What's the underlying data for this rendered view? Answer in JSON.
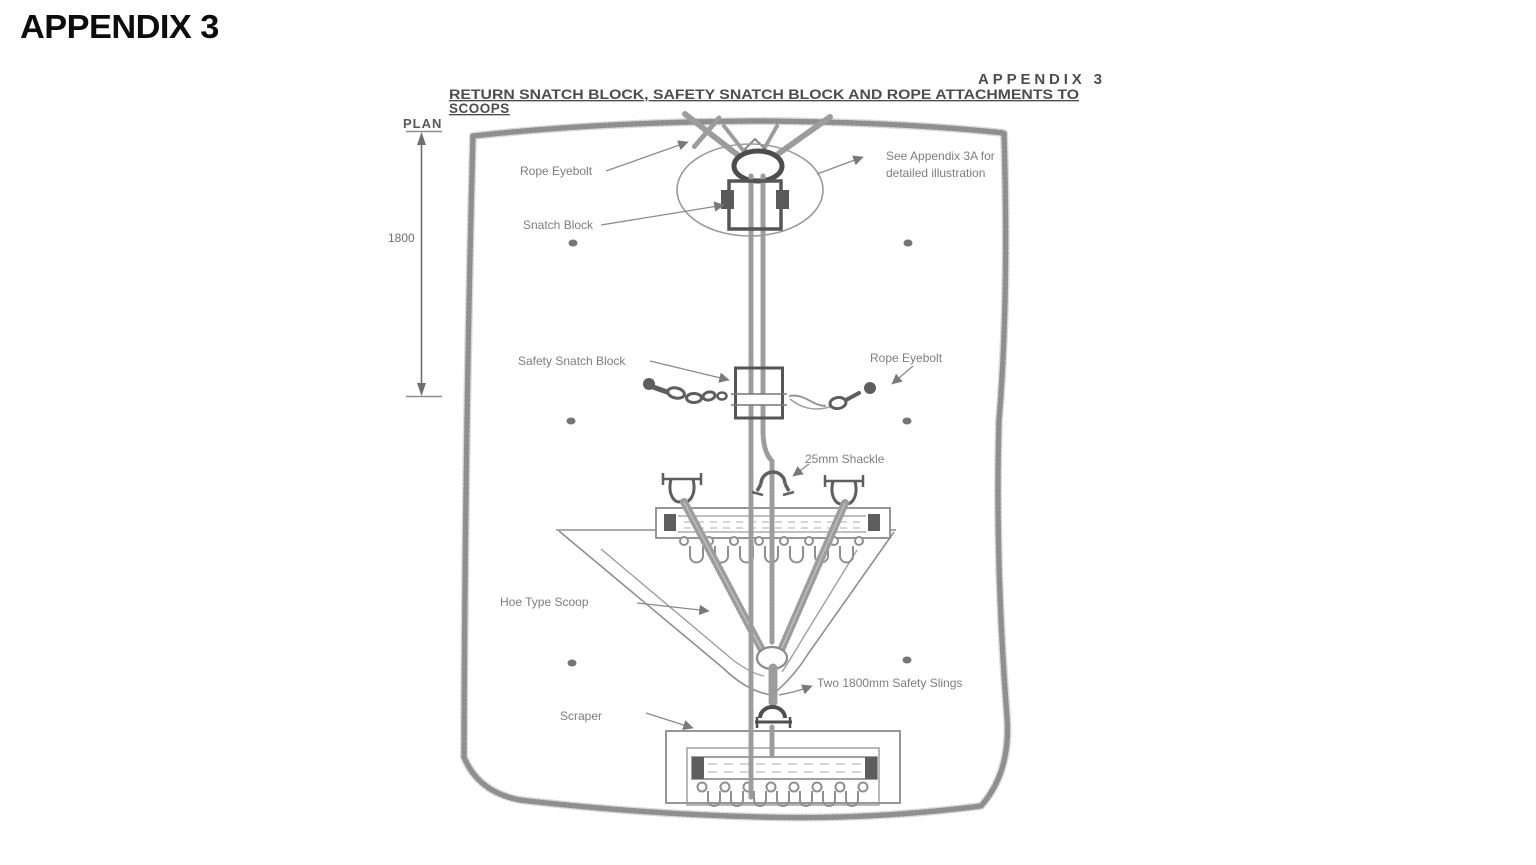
{
  "page": {
    "heading": "APPENDIX 3"
  },
  "figure": {
    "corner_label": "APPENDIX 3",
    "title_line1": "RETURN SNATCH BLOCK, SAFETY SNATCH BLOCK AND ROPE ATTACHMENTS TO",
    "title_line2": "SCOOPS",
    "plan_label": "PLAN",
    "dimension_1800": "1800",
    "labels": {
      "rope_eyebolt_top": "Rope Eyebolt",
      "snatch_block": "Snatch Block",
      "see_appendix_line1": "See Appendix 3A for",
      "see_appendix_line2": "detailed illustration",
      "safety_snatch_block": "Safety Snatch Block",
      "rope_eyebolt_right": "Rope Eyebolt",
      "shackle_25mm": "25mm Shackle",
      "hoe_type_scoop": "Hoe Type Scoop",
      "two_safety_slings": "Two 1800mm Safety Slings",
      "scraper": "Scraper"
    }
  }
}
